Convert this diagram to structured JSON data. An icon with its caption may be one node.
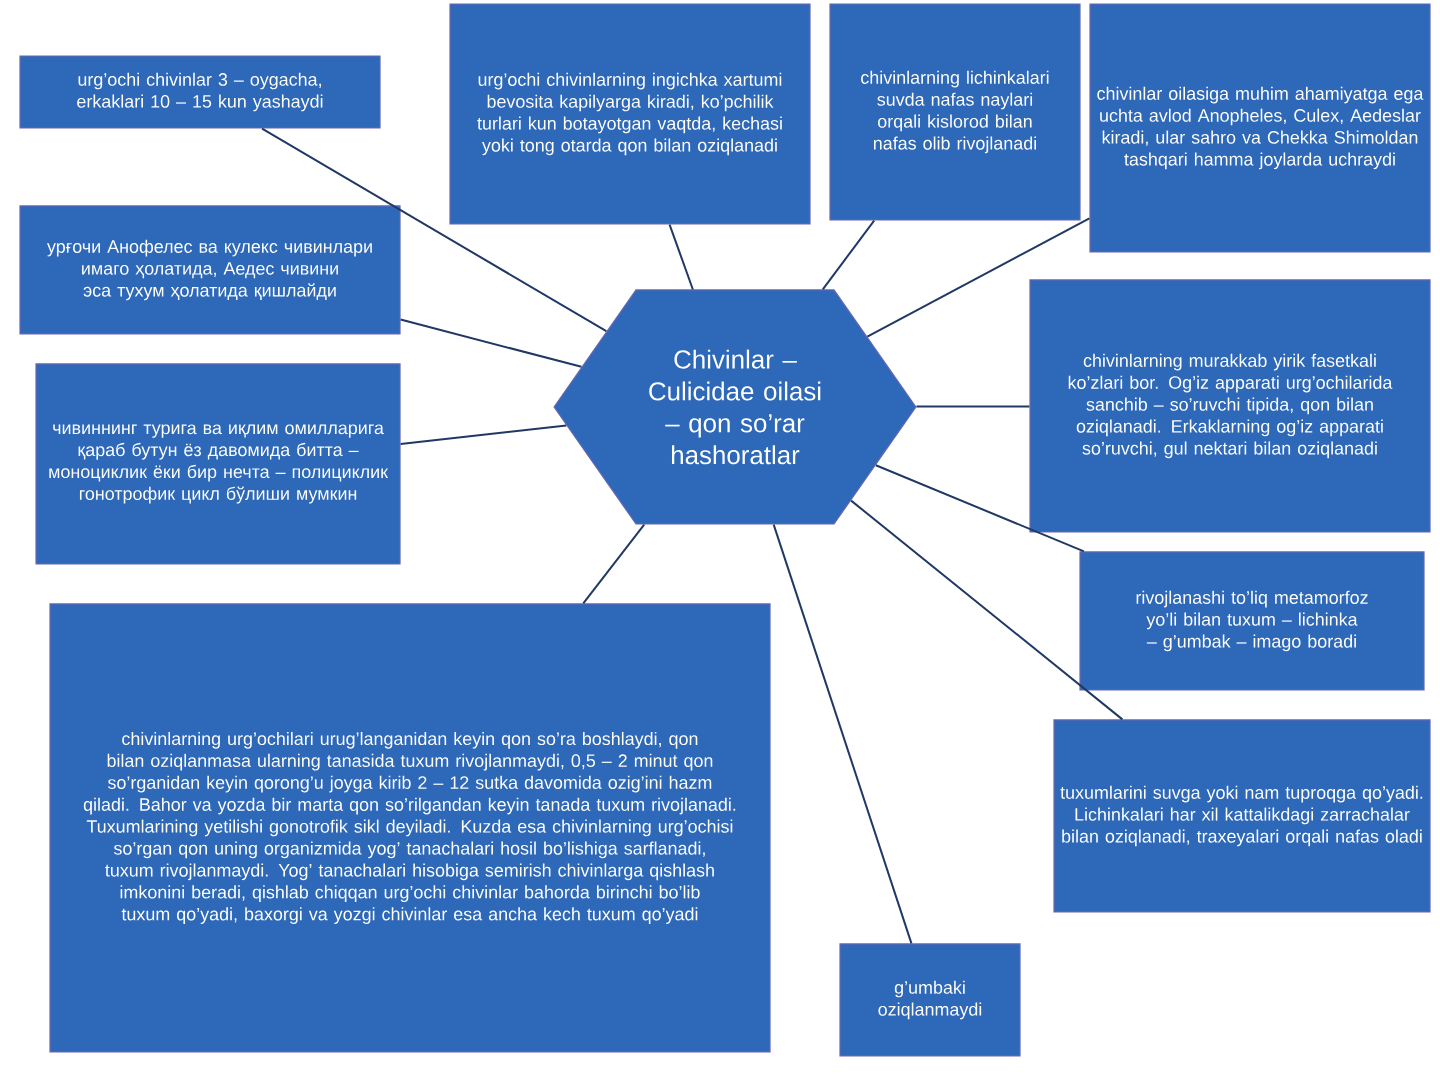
{
  "diagram": {
    "nodes": [
      {
        "text": [
          "Chivinlar – Culicidae oilasi – qon so’rar hashoratlar"
        ]
      },
      {
        "text": [
          "urg’ochi chivinlar 3 – oygacha, erkaklari 10 – 15 kun yashaydi"
        ]
      },
      {
        "text": [
          "urg’ochi chivinlarning ingichka xartumi bevosita kapilyarga kiradi, ko’pchilik turlari kun botayotgan vaqtda, kechasi yoki tong otarda qon bilan oziqlanadi"
        ]
      },
      {
        "text": [
          "chivinlarning lichinkalari suvda nafas naylari orqali kislorod bilan nafas olib rivojlanadi"
        ]
      },
      {
        "text": [
          "chivinlar oilasiga muhim ahamiyatga ega uchta avlod Anopheles, Culex, Aedeslar kiradi, ular sahro va Chekka Shimoldan tashqari hamma joylarda uchraydi"
        ]
      },
      {
        "text": [
          "урғочи Анофелес ва кулекс чивинлари имаго ҳолатида, Аедес чивини эса тухум ҳолатида қишлайди"
        ]
      },
      {
        "text": [
          "чивиннинг турига ва иқлим омилларига қараб бутун ёз давомида битта – моноциклик ёки бир нечта – полициклик гонотрофик цикл бўлиши мумкин"
        ]
      },
      {
        "text": [
          "chivinlarning murakkab yirik fasetkali ko’zlari bor. Og’iz apparati urg’ochilarida sanchib – so’ruvchi tipida, qon bilan oziqlanadi. Erkaklarning og’iz apparati so’ruvchi, gul nektari bilan oziqlanadi"
        ]
      },
      {
        "text": [
          "rivojlanashi to’liq metamorfoz yo’li bilan tuxum – lichinka – g’umbak – imago boradi"
        ]
      },
      {
        "text": [
          "tuxumlarini suvga yoki nam tuproqga qo’yadi. Lichinkalari har xil kattalikdagi zarrachalar bilan oziqlanadi, traxeyalari orqali nafas oladi"
        ]
      },
      {
        "text": [
          "chivinlarning urg’ochilari urug’langanidan keyin qon so’ra boshlaydi, qon bilan oziqlanmasa ularning tanasida tuxum rivojlanmaydi, 0,5 – 2 minut qon so’rganidan keyin qorong’u joyga kirib 2 – 12 sutka davomida ozig’ini hazm qiladi. Bahor va yozda bir marta qon so’rilgandan keyin tanada tuxum rivojlanadi. Tuxumlarining yetilishi gonotrofik sikl deyiladi. Kuzda esa chivinlarning urg’ochisi so’rgan qon uning organizmida yog’ tanachalari hosil bo’lishiga sarflanadi, tuxum rivojlanmaydi. Yog’ tanachalari hisobiga semirish chivinlarga qishlash imkonini beradi, qishlab chiqqan urg’ochi chivinlar bahorda birinchi bo’lib tuxum qo’yadi, baxorgi va yozgi chivinlar esa ancha kech tuxum qo’yadi"
        ]
      },
      {
        "text": [
          "g’umbaki oziqlanmaydi"
        ]
      }
    ],
    "edges": [
      {
        "from": 0,
        "to": 1,
        "arrow": "none"
      },
      {
        "from": 0,
        "to": 2,
        "arrow": "none"
      },
      {
        "from": 0,
        "to": 3,
        "arrow": "none"
      },
      {
        "from": 0,
        "to": 4,
        "arrow": "none"
      },
      {
        "from": 0,
        "to": 5,
        "arrow": "none"
      },
      {
        "from": 0,
        "to": 6,
        "arrow": "none"
      },
      {
        "from": 0,
        "to": 7,
        "arrow": "none"
      },
      {
        "from": 0,
        "to": 8,
        "arrow": "none"
      },
      {
        "from": 0,
        "to": 9,
        "arrow": "none"
      },
      {
        "from": 0,
        "to": 10,
        "arrow": "none"
      },
      {
        "from": 0,
        "to": 11,
        "arrow": "none"
      }
    ]
  }
}
